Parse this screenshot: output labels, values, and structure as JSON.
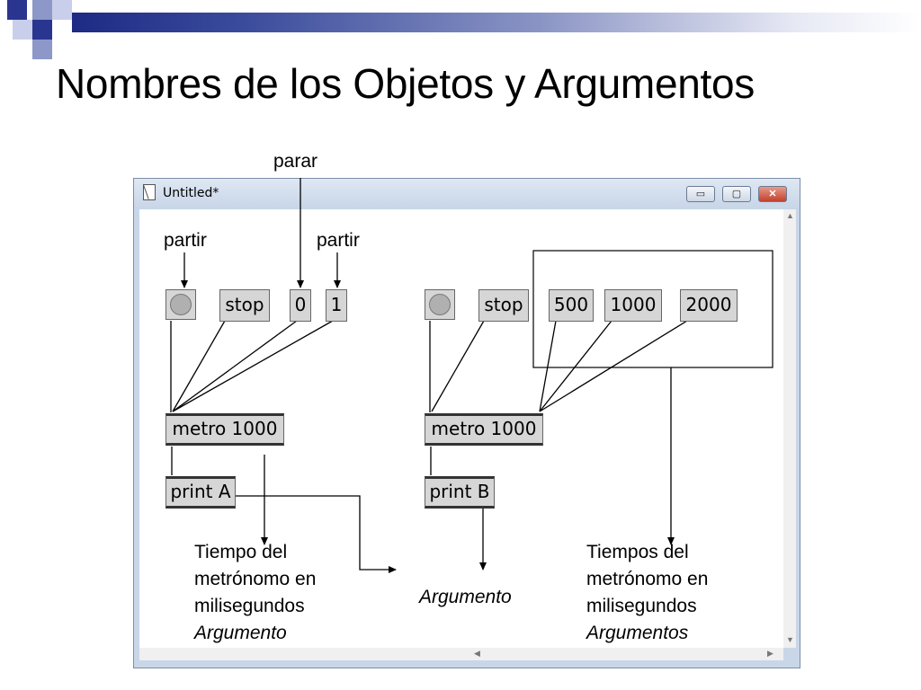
{
  "slide": {
    "title": "Nombres de los Objetos y Argumentos"
  },
  "window": {
    "title": "Untitled*",
    "buttons": {
      "minimize": "▭",
      "maximize": "▢",
      "close": "✕"
    }
  },
  "labels": {
    "parar": "parar",
    "partir_left": "partir",
    "partir_right": "partir"
  },
  "patch_a": {
    "stop": "stop",
    "msg_0": "0",
    "msg_1": "1",
    "metro": "metro 1000",
    "print": "print A"
  },
  "patch_b": {
    "stop": "stop",
    "msg_500": "500",
    "msg_1000": "1000",
    "msg_2000": "2000",
    "metro": "metro 1000",
    "print": "print B"
  },
  "annotations": {
    "left_line1": "Tiempo del",
    "left_line2": "metrónomo en",
    "left_line3": "milisegundos",
    "left_line4": "Argumento",
    "middle": "Argumento",
    "right_line1": "Tiempos del",
    "right_line2": "metrónomo en",
    "right_line3": "milisegundos",
    "right_line4": "Argumentos"
  },
  "colors": {
    "accent_dark": "#1e2a84",
    "window_frame": "#c9d6e8",
    "object_fill": "#d6d6d6"
  }
}
